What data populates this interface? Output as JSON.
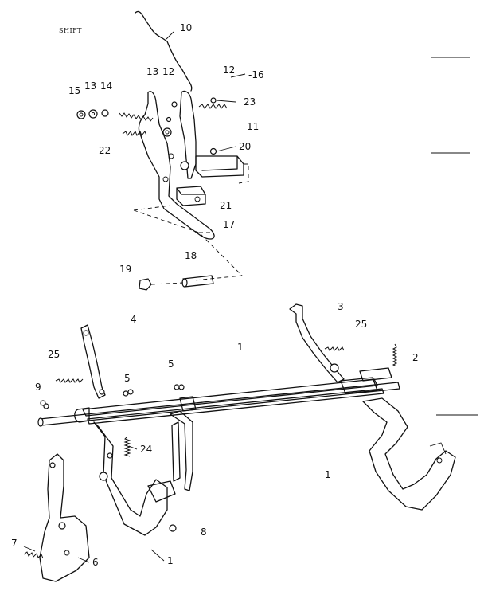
{
  "heading": "SHIFT",
  "callouts": [
    "10",
    "12",
    "-16",
    "13",
    "12",
    "15",
    "13",
    "14",
    "23",
    "11",
    "20",
    "22",
    "21",
    "17",
    "18",
    "19",
    "3",
    "25",
    "4",
    "1",
    "2",
    "25",
    "5",
    "5",
    "9",
    "24",
    "1",
    "8",
    "7",
    "6",
    "1"
  ]
}
